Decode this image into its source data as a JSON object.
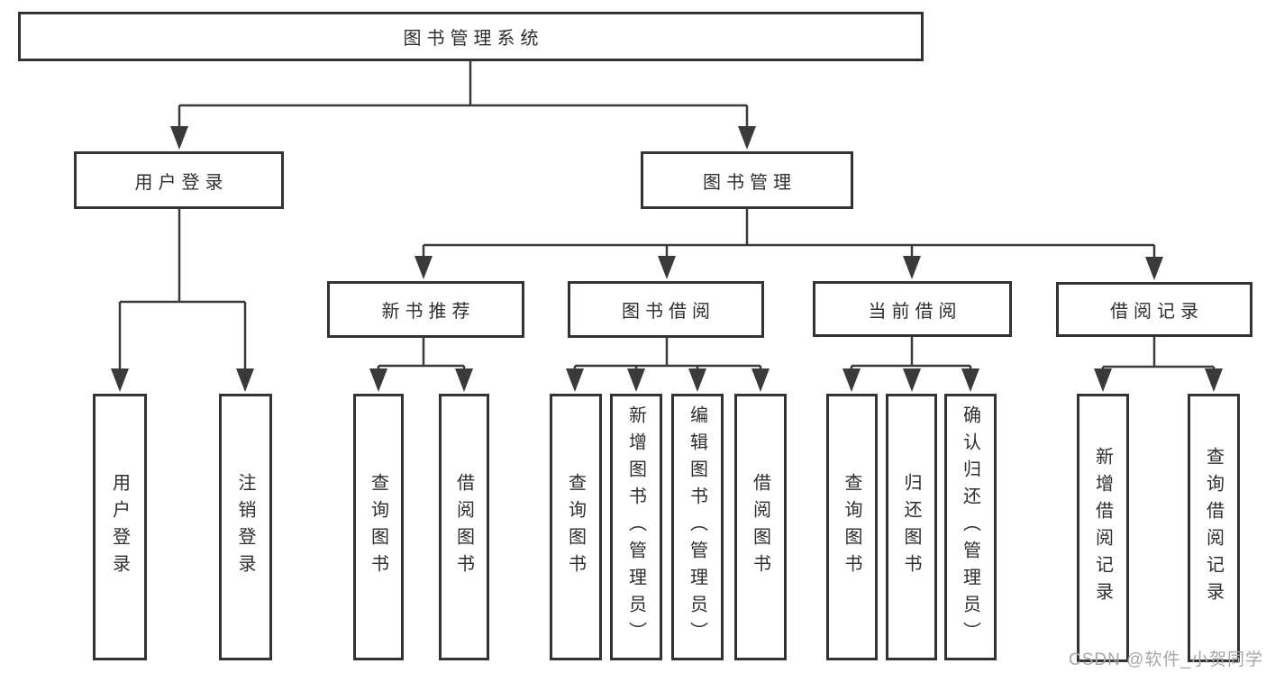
{
  "diagram": {
    "root": {
      "label": "图书管理系统"
    },
    "user_login": {
      "label": "用户登录",
      "children": [
        "用户登录",
        "注销登录"
      ]
    },
    "book_management": {
      "label": "图书管理",
      "sections": {
        "new_book_recommend": {
          "label": "新书推荐",
          "children": [
            "查询图书",
            "借阅图书"
          ]
        },
        "book_borrow": {
          "label": "图书借阅",
          "children": [
            "查询图书",
            "新增图书（管理员）",
            "编辑图书（管理员）",
            "借阅图书"
          ]
        },
        "current_borrow": {
          "label": "当前借阅",
          "children": [
            "查询图书",
            "归还图书",
            "确认归还（管理员）"
          ]
        },
        "borrow_record": {
          "label": "借阅记录",
          "children": [
            "新增借阅记录",
            "查询借阅记录"
          ]
        }
      }
    }
  },
  "watermark": {
    "text": "CSDN @软件_小贺同学"
  },
  "colors": {
    "line": "#3a3a3a",
    "box_border": "#333333",
    "text": "#2e2e2e",
    "watermark": "#a6a6a6",
    "background": "#ffffff"
  }
}
